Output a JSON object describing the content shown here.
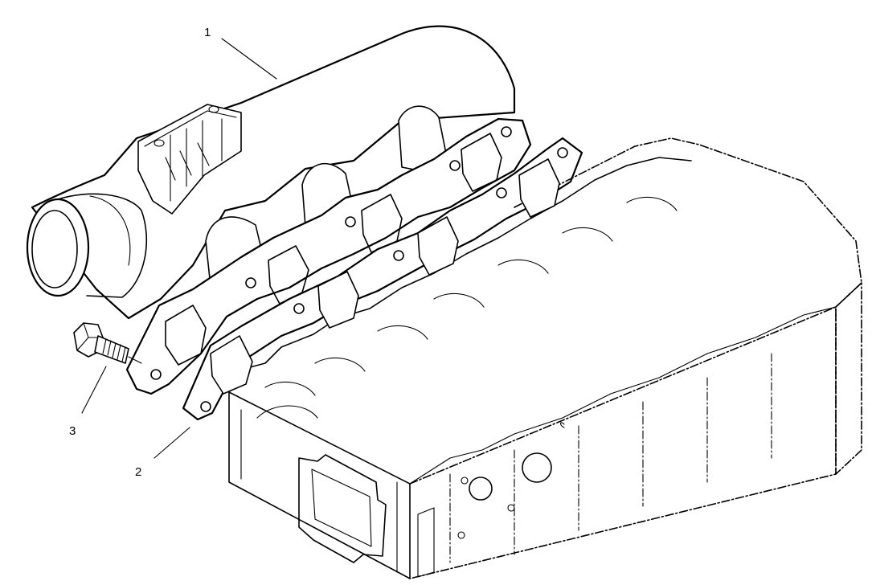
{
  "figure": {
    "callouts": [
      {
        "id": "manifold",
        "label": "1"
      },
      {
        "id": "gasket",
        "label": "2"
      },
      {
        "id": "bolt",
        "label": "3"
      }
    ]
  },
  "colors": {
    "ink": "#000000",
    "paper": "#ffffff",
    "gasket_speckle": "#000000"
  }
}
